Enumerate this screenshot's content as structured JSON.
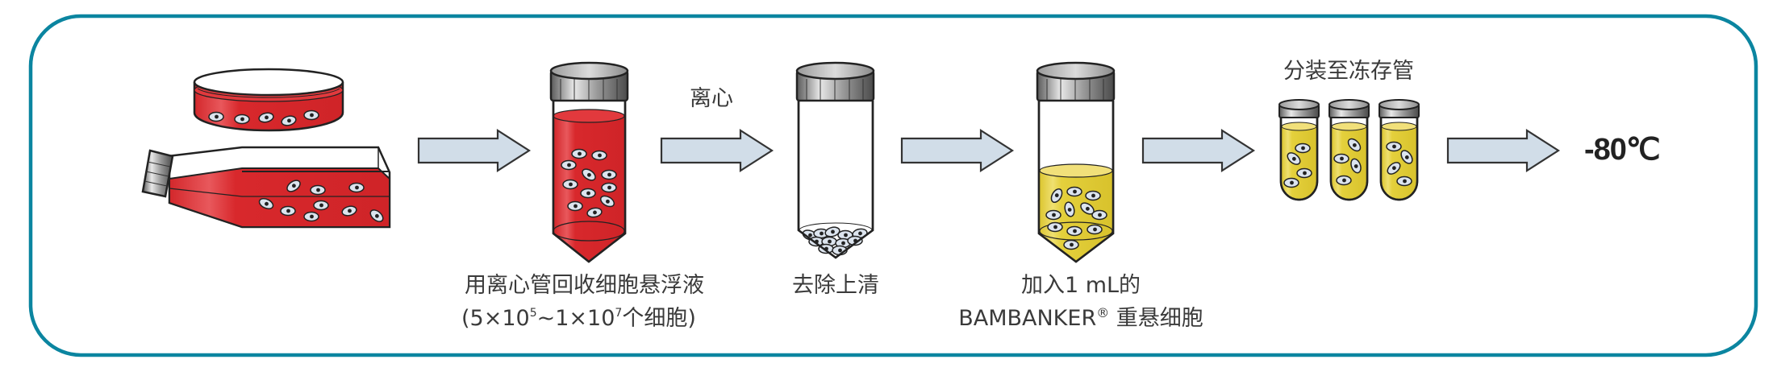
{
  "title": "BAMBANKER cell cryopreservation workflow",
  "colors": {
    "border": "#0b85a0",
    "arrow_fill": "#d1dde8",
    "arrow_stroke": "#333333",
    "medium_red": "#d8282c",
    "medium_yellow": "#e4d03c",
    "cell_fill": "#dce4ee",
    "cap_gray": "#8a8a8a"
  },
  "steps": [
    {
      "id": "culture",
      "icons": [
        "petri-dish",
        "culture-flask"
      ],
      "label_lines": []
    },
    {
      "id": "collect",
      "icons": [
        "centrifuge-tube-red"
      ],
      "label_lines": [
        "用离心管回收细胞悬浮液"
      ],
      "count_prefix": "(5×10",
      "count_exp1": "5",
      "count_mid": "~1×10",
      "count_exp2": "7",
      "count_suffix": "个细胞)"
    },
    {
      "id": "remove-supernatant",
      "icons": [
        "centrifuge-tube-pellet"
      ],
      "label_lines": [
        "去除上清"
      ]
    },
    {
      "id": "resuspend",
      "icons": [
        "centrifuge-tube-yellow"
      ],
      "label_line1": "加入1 mL的",
      "label_line2_brand": "BAMBANKER",
      "label_line2_reg": "®",
      "label_line2_rest": " 重悬细胞"
    },
    {
      "id": "aliquot",
      "icons": [
        "cryovial",
        "cryovial",
        "cryovial"
      ],
      "label_lines": [
        "分装至冻存管"
      ]
    },
    {
      "id": "freeze",
      "temperature": "-80℃"
    }
  ],
  "arrows": [
    {
      "from": "culture",
      "to": "collect",
      "caption": ""
    },
    {
      "from": "collect",
      "to": "remove-supernatant",
      "caption": "离心"
    },
    {
      "from": "remove-supernatant",
      "to": "resuspend",
      "caption": ""
    },
    {
      "from": "resuspend",
      "to": "aliquot",
      "caption": ""
    },
    {
      "from": "aliquot",
      "to": "freeze",
      "caption": ""
    }
  ]
}
